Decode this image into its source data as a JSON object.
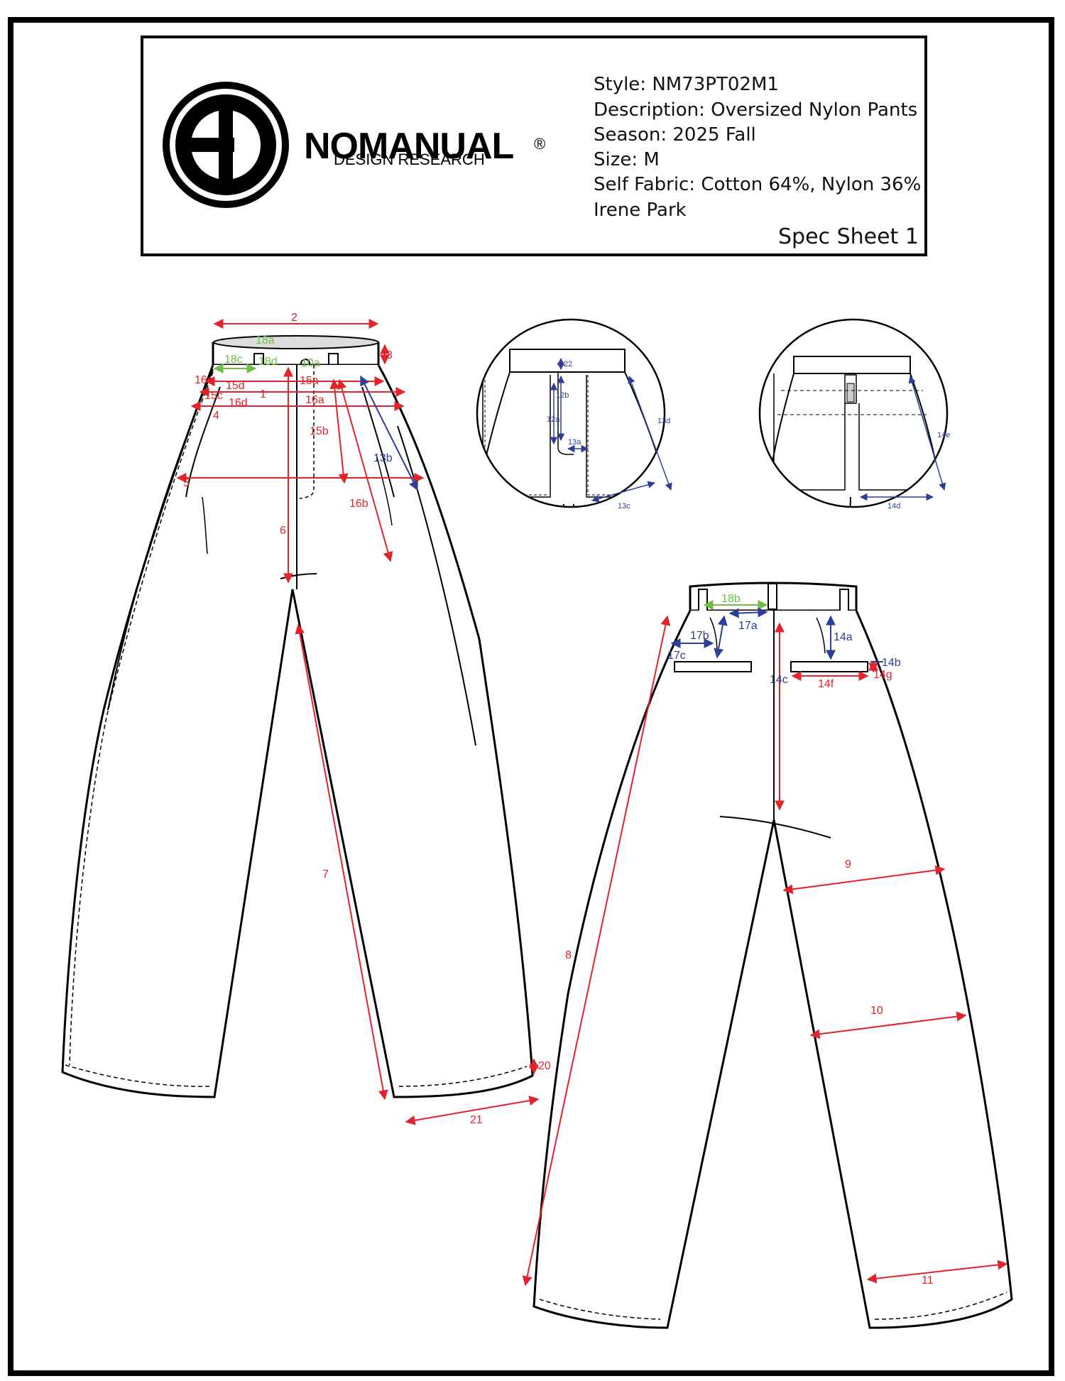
{
  "brand": {
    "name": "NOMANUAL",
    "registered_mark": "®",
    "subtitle": "DESIGN RESEARCH"
  },
  "info": {
    "style": "Style: NM73PT02M1",
    "description": "Description: Oversized Nylon Pants",
    "season": "Season: 2025 Fall",
    "size": "Size: M",
    "fabric": "Self Fabric: Cotton 64%, Nylon 36%",
    "designer": "Irene Park"
  },
  "sheet_title": "Spec Sheet 1",
  "colors": {
    "measure_red": "#e2232a",
    "measure_blue": "#2c3e96",
    "measure_green": "#6cbe45",
    "outline": "#000000"
  },
  "front_view": {
    "labels_red": [
      "2",
      "3",
      "1",
      "4",
      "5",
      "6",
      "7",
      "15a",
      "15b",
      "15c",
      "15d",
      "16a",
      "16b",
      "16c",
      "16d",
      "20",
      "21"
    ],
    "labels_blue": [
      "13b"
    ],
    "labels_green": [
      "18a",
      "18c",
      "18d",
      "10a"
    ]
  },
  "detail_front_pocket": {
    "labels_blue": [
      "22",
      "12b",
      "12a",
      "13a",
      "13c",
      "13d"
    ]
  },
  "detail_back_pocket": {
    "labels_blue": [
      "14d",
      "14e"
    ]
  },
  "back_view": {
    "labels_red": [
      "8",
      "9",
      "10",
      "11",
      "14f",
      "14g"
    ],
    "labels_blue": [
      "14a",
      "14b",
      "14c",
      "17a",
      "17b",
      "17c"
    ],
    "labels_green": [
      "18b"
    ]
  }
}
